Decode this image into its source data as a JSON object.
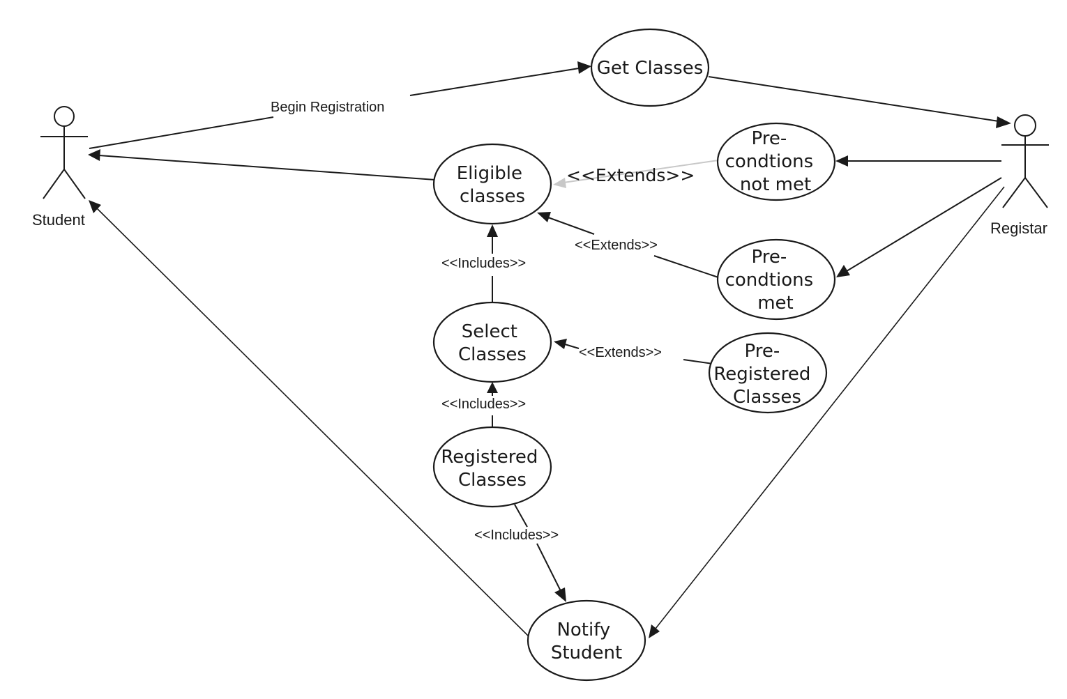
{
  "actors": {
    "student": "Student",
    "registrar": "Registar"
  },
  "use_cases": {
    "get_classes": [
      "Get Classes"
    ],
    "eligible_classes": [
      "Eligible",
      "classes"
    ],
    "preconditions_not_met": [
      "Pre-",
      "condtions",
      "not met"
    ],
    "preconditions_met": [
      "Pre-",
      "condtions",
      "met"
    ],
    "select_classes": [
      "Select",
      "Classes"
    ],
    "pre_registered_classes": [
      "Pre-",
      "Registered",
      "Classes"
    ],
    "registered_classes": [
      "Registered",
      "Classes"
    ],
    "notify_student": [
      "Notify",
      "Student"
    ]
  },
  "edge_labels": {
    "begin_registration": "Begin Registration",
    "extends_not_met": "<<Extends>>",
    "extends_met": "<<Extends>>",
    "extends_pre_registered": "<<Extends>>",
    "includes_select_eligible": "<<Includes>>",
    "includes_registered_select": "<<Includes>>",
    "includes_registered_notify": "<<Includes>>"
  }
}
